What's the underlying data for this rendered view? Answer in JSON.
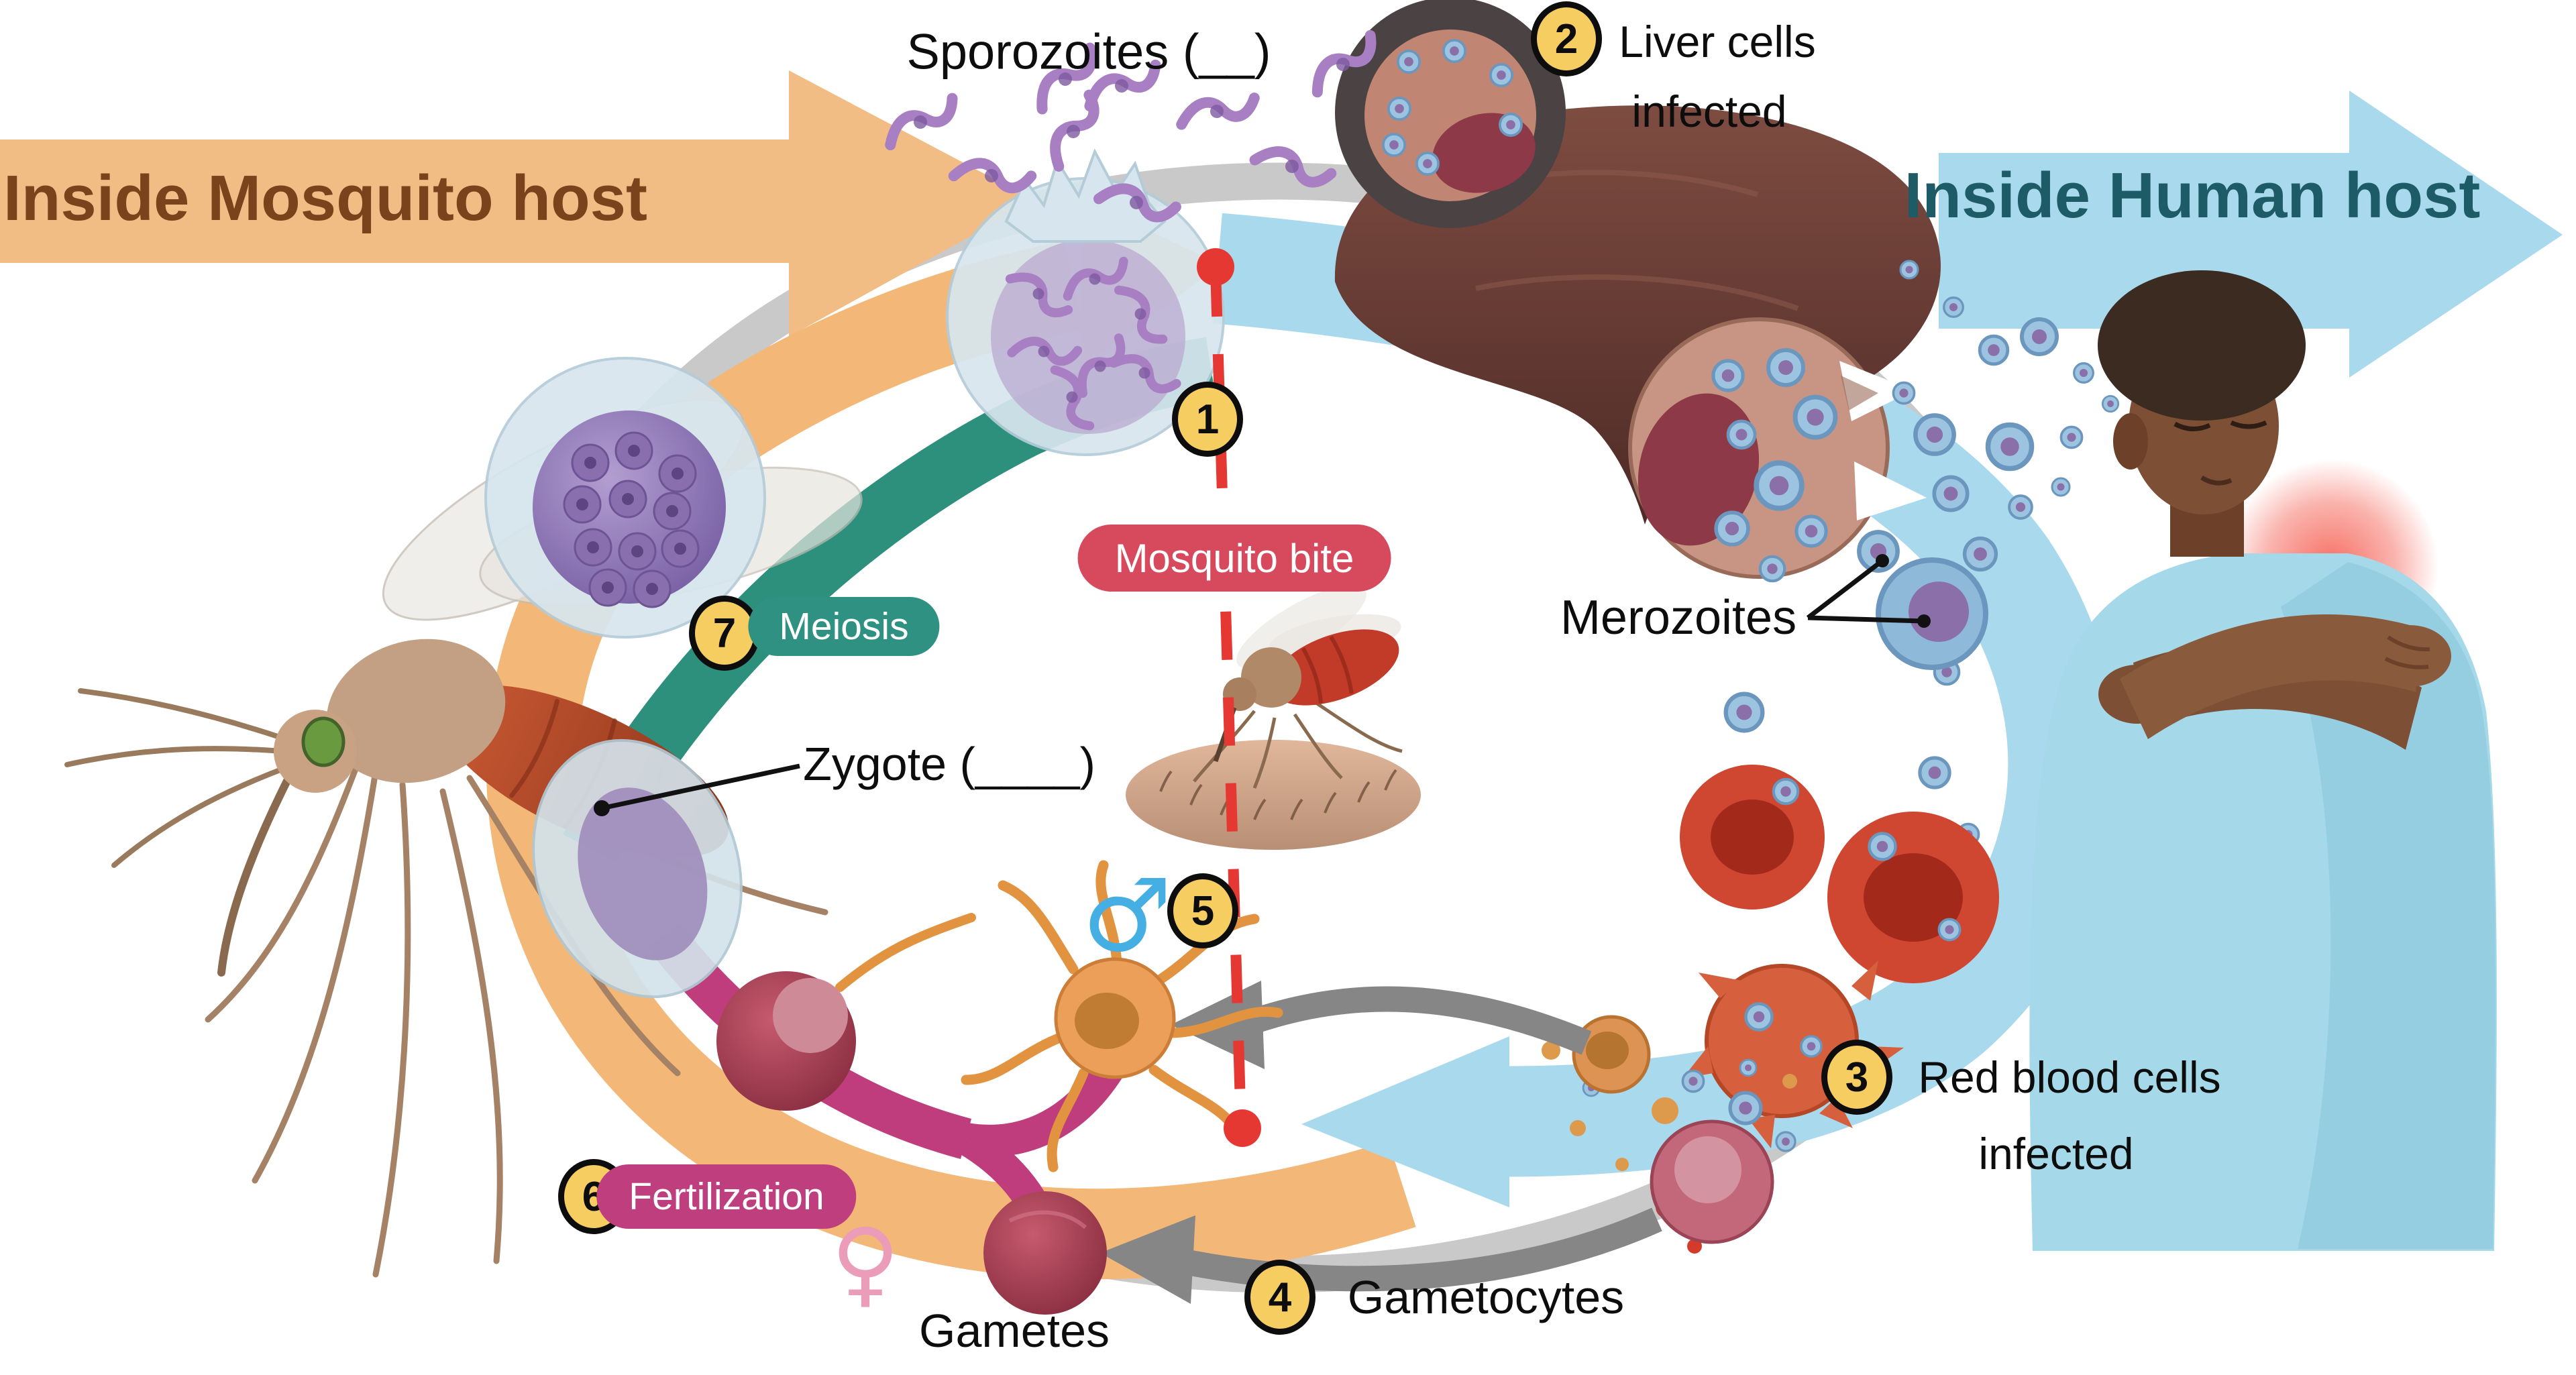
{
  "titles": {
    "mosquito_host": "Inside Mosquito host",
    "human_host": "Inside Human host"
  },
  "stages": {
    "bite": {
      "number": "1",
      "label": "Mosquito bite"
    },
    "liver": {
      "number": "2",
      "line1": "Liver cells",
      "line2": "infected"
    },
    "rbc": {
      "number": "3",
      "line1": "Red blood cells",
      "line2": "infected"
    },
    "gametocytes": {
      "number": "4",
      "label": "Gametocytes"
    },
    "gamete_release": {
      "number": "5"
    },
    "fertilization": {
      "number": "6",
      "label": "Fertilization"
    },
    "meiosis": {
      "number": "7",
      "label": "Meiosis"
    }
  },
  "labels": {
    "sporozoites": "Sporozoites (__)",
    "merozoites": "Merozoites",
    "zygote": "Zygote (____)",
    "gametes": "Gametes"
  },
  "symbols": {
    "male": "♂",
    "female": "♀"
  },
  "colors": {
    "mosquito_arrow": "#f2bd85",
    "mosquito_arrow_text": "#7a431b",
    "human_arrow": "#a9d9ed",
    "human_arrow_text": "#1d5b66",
    "ring_gray": "#c9c9c9",
    "band_orange": "#f3b877",
    "band_teal": "#2d907d",
    "band_magenta": "#bf3d7c",
    "band_blue": "#a9d9ed",
    "badge_yellow": "#f6cd60",
    "bite_pill": "#d7495c",
    "meiosis_pill": "#2f9181",
    "fertilization_pill": "#bf3f7e",
    "dashed_line_red": "#e63832",
    "male_symbol": "#45aee2",
    "female_symbol": "#eb9cb8"
  }
}
